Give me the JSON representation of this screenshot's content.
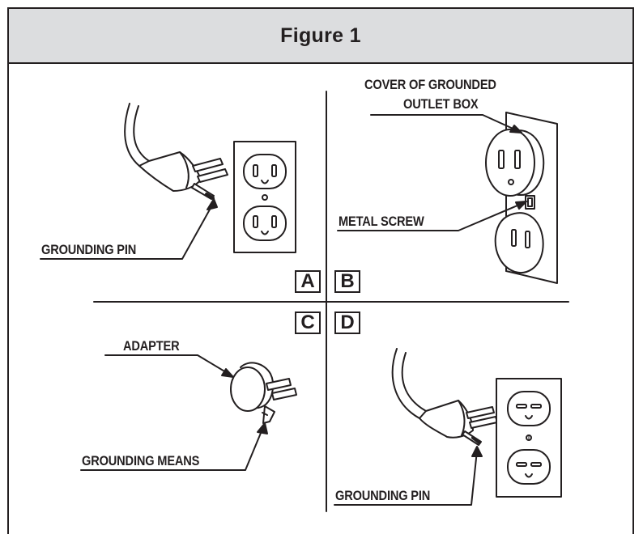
{
  "figure": {
    "title": "Figure 1"
  },
  "panels": {
    "a": {
      "letter": "A",
      "labels": {
        "grounding_pin": "GROUNDING PIN"
      }
    },
    "b": {
      "letter": "B",
      "labels": {
        "cover_line1": "COVER OF GROUNDED",
        "cover_line2": "OUTLET BOX",
        "metal_screw": "METAL SCREW"
      }
    },
    "c": {
      "letter": "C",
      "labels": {
        "adapter": "ADAPTER",
        "grounding_means": "GROUNDING MEANS"
      }
    },
    "d": {
      "letter": "D",
      "labels": {
        "grounding_pin": "GROUNDING PIN"
      }
    }
  },
  "colors": {
    "line": "#231f20",
    "header_bg": "#dcdddf",
    "background": "#ffffff"
  }
}
